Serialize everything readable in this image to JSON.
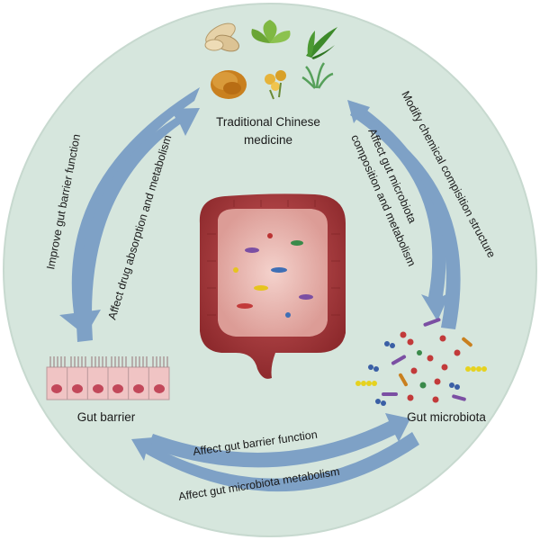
{
  "nodes": {
    "tcm": {
      "line1": "Traditional Chinese",
      "line2": "medicine"
    },
    "gut_barrier": "Gut barrier",
    "gut_microbiota": "Gut microbiota"
  },
  "arrows": {
    "improve_barrier": "Improve gut barrier function",
    "drug_absorption": "Affect drug absorption and metabolism",
    "microbiota_composition": {
      "line1": "Affect gut microbiota",
      "line2": "composition and metabolism"
    },
    "modify_chemical": "Modify chemical compisition  structure",
    "barrier_function": "Affect gut barrier function",
    "microbiota_metabolism": "Affect gut microbiota metabolism"
  },
  "colors": {
    "background_circle": "#d6e6dd",
    "arrow_fill": "#7ea1c6",
    "intestine": "#a8383a",
    "cell": "#f0c4c4",
    "nucleus": "#c2485a"
  },
  "icons": [
    "herb-slices-icon",
    "leaf-icon",
    "bamboo-leaf-icon",
    "dried-herb-icon",
    "flower-herb-icon",
    "grass-herb-icon"
  ]
}
